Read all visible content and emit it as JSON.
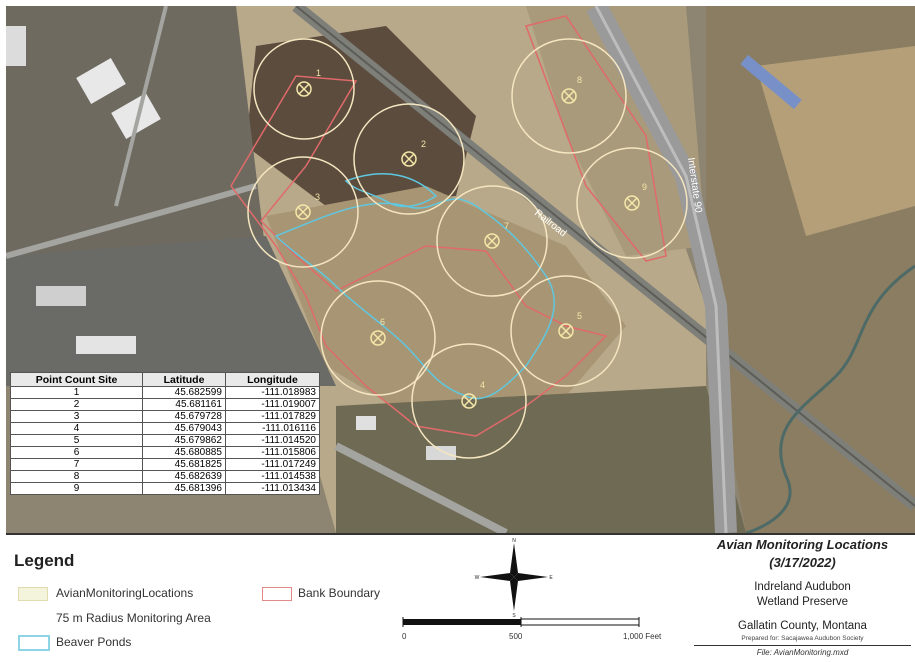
{
  "map": {
    "road_labels": {
      "railroad": "Railroad",
      "interstate": "Interstate 90"
    },
    "site_markers": [
      "1",
      "2",
      "3",
      "4",
      "5",
      "6",
      "7",
      "8",
      "9"
    ],
    "colors": {
      "radius_circle": "#f5e6c0",
      "bank_boundary": "#e06a6a",
      "beaver_ponds": "#5fc8e0",
      "marker": "#f4e7a8"
    }
  },
  "table": {
    "headers": [
      "Point Count Site",
      "Latitude",
      "Longitude"
    ],
    "rows": [
      [
        "1",
        "45.682599",
        "-111.018983"
      ],
      [
        "2",
        "45.681161",
        "-111.019007"
      ],
      [
        "3",
        "45.679728",
        "-111.017829"
      ],
      [
        "4",
        "45.679043",
        "-111.016116"
      ],
      [
        "5",
        "45.679862",
        "-111.014520"
      ],
      [
        "6",
        "45.680885",
        "-111.015806"
      ],
      [
        "7",
        "45.681825",
        "-111.017249"
      ],
      [
        "8",
        "45.682639",
        "-111.014538"
      ],
      [
        "9",
        "45.681396",
        "-111.013434"
      ]
    ]
  },
  "legend": {
    "title": "Legend",
    "items": {
      "avian": "AvianMonitoringLocations",
      "radius": "75 m Radius Monitoring Area",
      "ponds": "Beaver Ponds",
      "bank": "Bank Boundary"
    },
    "north": {
      "n": "N",
      "s": "S",
      "e": "E",
      "w": "W"
    },
    "scale": {
      "zero": "0",
      "mid": "500",
      "end": "1,000 Feet"
    }
  },
  "title_block": {
    "title": "Avian Monitoring Locations",
    "date": "(3/17/2022)",
    "org_line1": "Indreland Audubon",
    "org_line2": "Wetland Preserve",
    "location": "Gallatin County, Montana",
    "prepared_by": "Prepared for: Sacajawea Audubon Society",
    "file": "File: AvianMonitoring.mxd"
  }
}
